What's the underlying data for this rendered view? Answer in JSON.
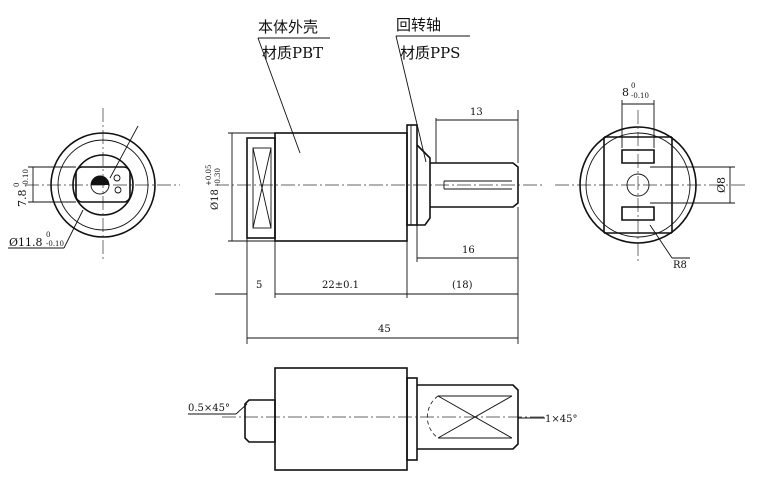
{
  "callouts": {
    "housing_name": "本体外壳",
    "housing_material": "材质PBT",
    "shaft_name": "回转轴",
    "shaft_material": "材质PPS"
  },
  "dimensions": {
    "shaft_length_13": "13",
    "shaft_length_16": "16",
    "len_5": "5",
    "len_22": "22±0.1",
    "len_18_ref": "(18)",
    "total_45": "45",
    "dia_body_sym": "Ø18",
    "dia_body_upper": "+0.05",
    "dia_body_lower": "-0.30",
    "dia_flange_sym": "Ø11.8",
    "dia_flange_upper": "0",
    "dia_flange_lower": "-0.10",
    "d_78_base": "7.8",
    "d_78_upper": "0",
    "d_78_lower": "-0.10",
    "flat_8_base": "8",
    "flat_8_upper": "0",
    "flat_8_lower": "-0.10",
    "dia_8": "Ø8",
    "radius_r8": "R8",
    "chamfer_05": "0.5×45°",
    "chamfer_1": "1×45°"
  }
}
